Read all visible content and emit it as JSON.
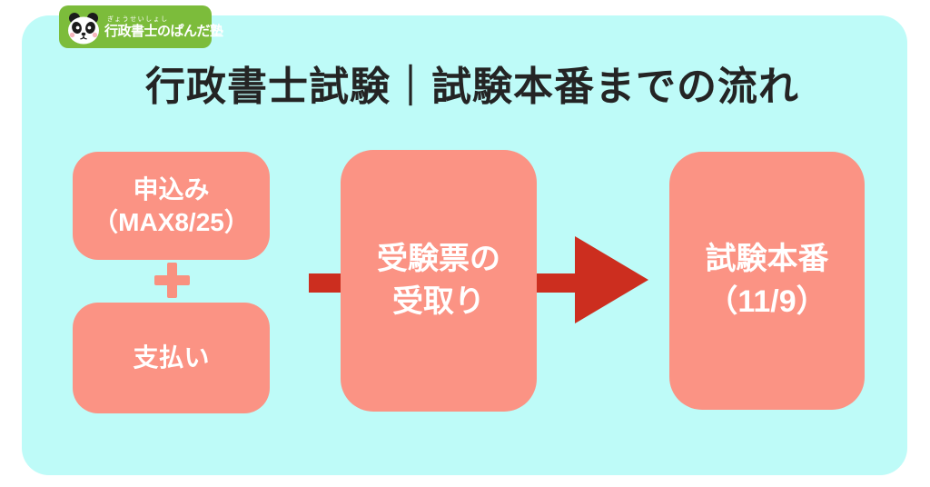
{
  "colors": {
    "cyan": "#BEFBF8",
    "salmon": "#FB9384",
    "plus": "#F99180",
    "red": "#CC2E1F",
    "green": "#7CBC3B",
    "ink": "#242424",
    "boxtext": "#FFFFFF"
  },
  "logo": {
    "icon": "panda-icon",
    "furigana": "ぎょうせいしょし",
    "label": "行政書士のぱんだ塾"
  },
  "title": "行政書士試験｜試験本番までの流れ",
  "flow": {
    "plus_icon": "+",
    "arrow_icon": "arrow-right",
    "steps": [
      {
        "name": "application",
        "lines": [
          "申込み",
          "（MAX8/25）"
        ]
      },
      {
        "name": "payment",
        "lines": [
          "支払い"
        ]
      },
      {
        "name": "admission-ticket",
        "lines": [
          "受験票の",
          "受取り"
        ]
      },
      {
        "name": "exam-day",
        "lines": [
          "試験本番",
          "（11/9）"
        ]
      }
    ]
  }
}
